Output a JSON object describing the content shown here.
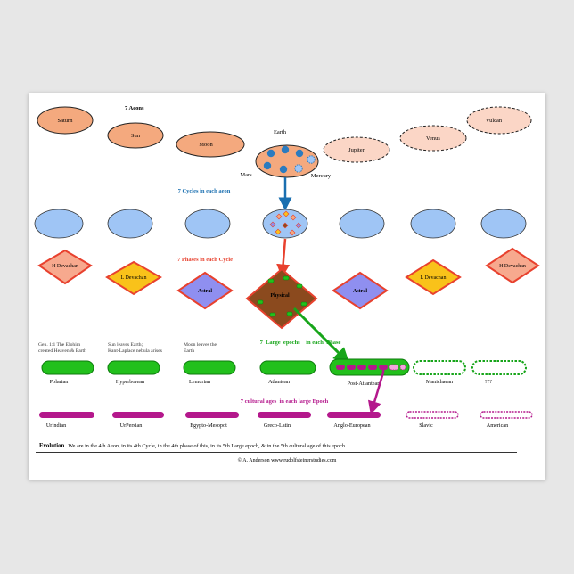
{
  "aeons": {
    "title": "7  Aeons",
    "names": [
      "Saturn",
      "Sun",
      "Moon",
      "Earth",
      "Jupiter",
      "Venus",
      "Vulcan"
    ],
    "earth_sub": [
      "Mars",
      "Mercury"
    ]
  },
  "cycles": {
    "title": "7 Cycles in each aeon"
  },
  "phases": {
    "title": "7 Phases in each Cycle",
    "names": [
      "H Devachan",
      "L Devachan",
      "Astral",
      "Physical",
      "Astral",
      "L Devachan",
      "H Devachan"
    ]
  },
  "epochs": {
    "title": "7  Large  epochs    in each  Phase",
    "names": [
      "Polarian",
      "Hyperborean",
      "Lemurian",
      "Atlantean",
      "Post-Atlantean",
      "Manichaean",
      "???"
    ],
    "notes": [
      "Gen. 1:1 The Elohim created Heaven & Earth",
      "Sun leaves Earth; Kant-Laplace nebula arises",
      "Moon leaves the Earth"
    ]
  },
  "cultural_ages": {
    "title": "7 cultural ages  in each large Epoch",
    "names": [
      "UrIndian",
      "UrPersian",
      "Egypto-Mesopot",
      "Greco-Latin",
      "Anglo-European",
      "Slavic",
      "American"
    ]
  },
  "evolution": {
    "label": "Evolution",
    "text": "We are in the 4th Aeon, in its 4th Cycle, in the 4th phase of this, in its 5th Large epoch, & in the 5th cultural age of this epoch."
  },
  "credit": "© A. Anderson www.rudolfsteinerstudies.com",
  "colors": {
    "aeon_past": "#f4a97e",
    "aeon_future": "#fbd6c6",
    "cycle": "#9fc5f5",
    "phase_border": "#e8412e",
    "h_devachan": "#f7a98e",
    "l_devachan": "#f9c21a",
    "astral": "#8f8ff0",
    "physical": "#8b4a1e",
    "epoch": "#22c01c",
    "cultural": "#b4188c",
    "arrow_blue": "#1a6fb0",
    "arrow_red": "#e8412e",
    "arrow_green": "#17a51a"
  }
}
